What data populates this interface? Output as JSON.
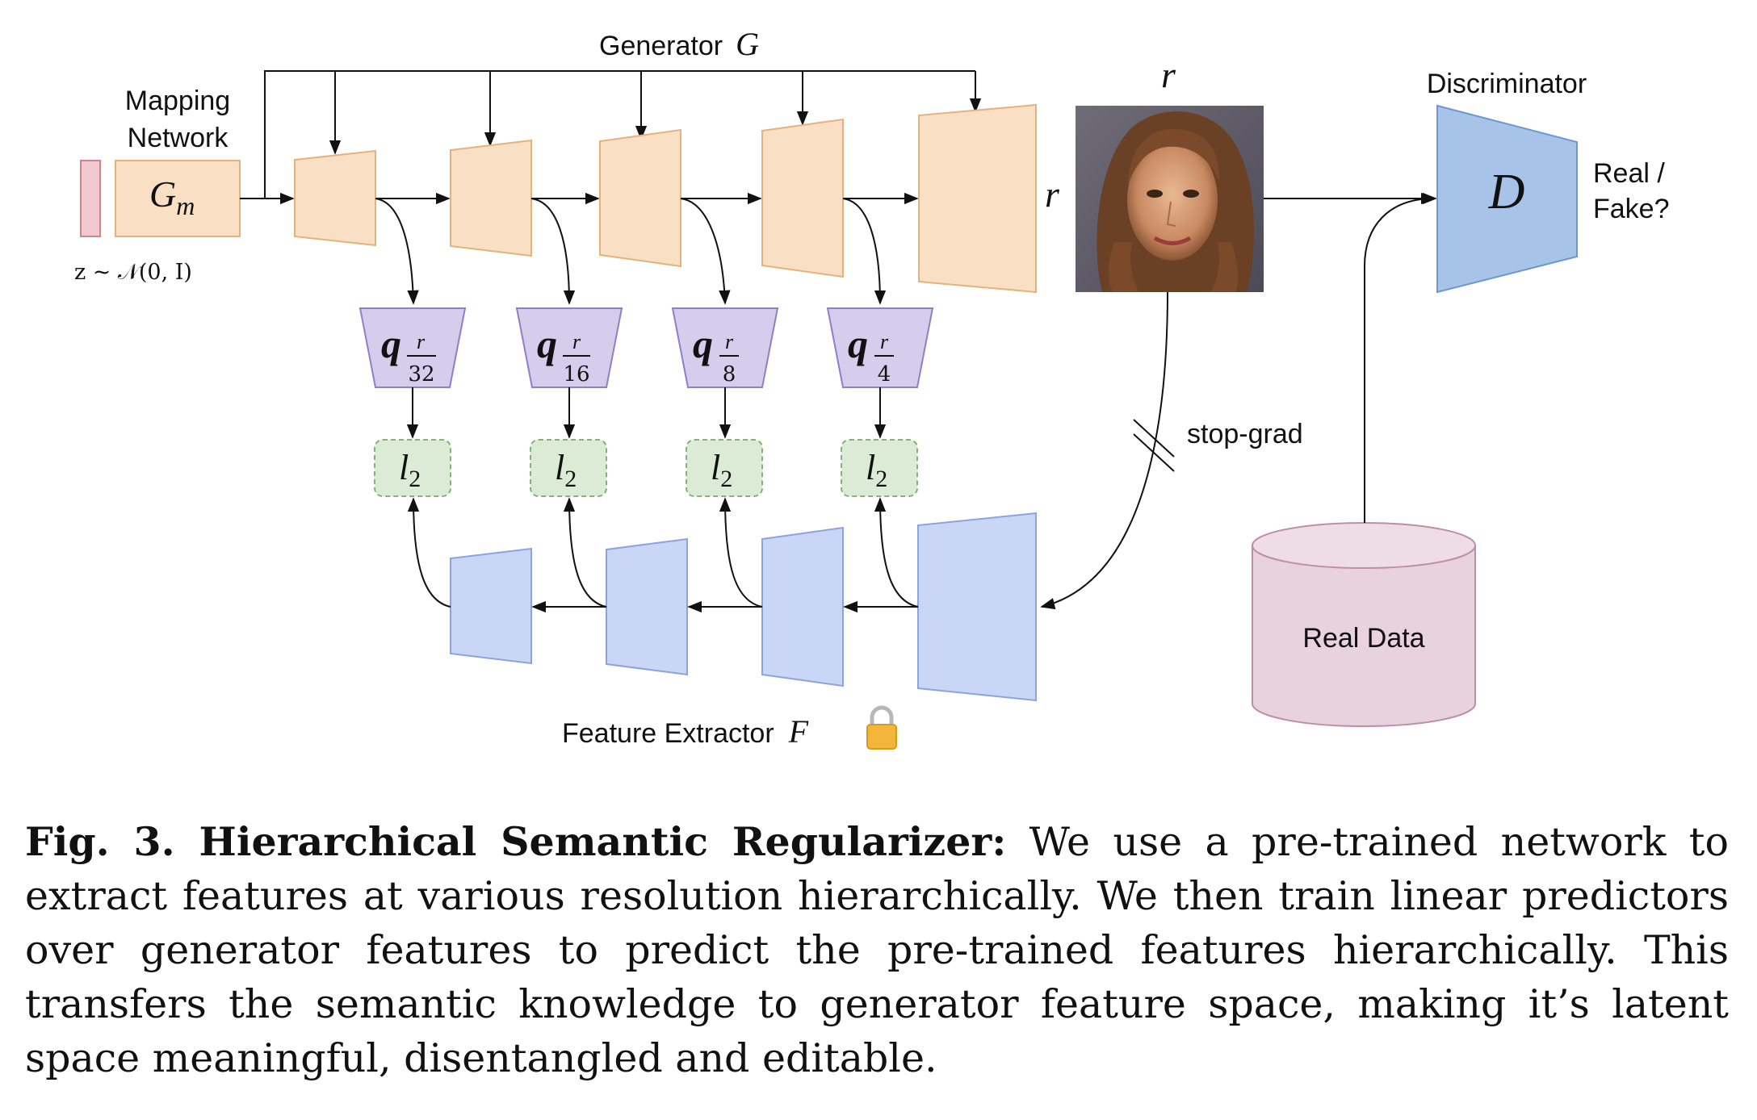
{
  "diagram": {
    "mapping_network_label": [
      "Mapping",
      "Network"
    ],
    "mapping_network_symbol": "G",
    "mapping_network_subscript": "m",
    "latent_label": "z ~ 𝒩(0, I)",
    "generator_label": "Generator",
    "generator_symbol": "G",
    "output_symbol_top": "r",
    "output_symbol_side": "r",
    "discriminator_label": "Discriminator",
    "discriminator_symbol": "D",
    "real_fake_label": [
      "Real /",
      "Fake?"
    ],
    "stop_grad_label": "stop-grad",
    "real_data_label": "Real Data",
    "feature_extractor_label": "Feature Extractor",
    "feature_extractor_symbol": "F",
    "lock_icon": "lock-icon",
    "predictors": [
      {
        "symbol": "q",
        "num": "r",
        "den": "32"
      },
      {
        "symbol": "q",
        "num": "r",
        "den": "16"
      },
      {
        "symbol": "q",
        "num": "r",
        "den": "8"
      },
      {
        "symbol": "q",
        "num": "r",
        "den": "4"
      }
    ],
    "losses": [
      {
        "symbol": "l",
        "subscript": "2"
      },
      {
        "symbol": "l",
        "subscript": "2"
      },
      {
        "symbol": "l",
        "subscript": "2"
      },
      {
        "symbol": "l",
        "subscript": "2"
      }
    ],
    "colors": {
      "generator_fill": "#f9e0c4",
      "generator_stroke": "#e3b27e",
      "predictor_fill": "#d4cdec",
      "predictor_stroke": "#8f80c4",
      "loss_fill": "#dcebd6",
      "loss_stroke": "#86b17a",
      "extractor_fill": "#c9d6f5",
      "extractor_stroke": "#8da3dd",
      "discriminator_fill": "#a7c3e7",
      "discriminator_stroke": "#6f97cf",
      "real_data_fill": "#e8d2dd",
      "real_data_stroke": "#be8ea5",
      "latent_fill": "#f0c8cf",
      "latent_stroke": "#cf8490"
    }
  },
  "caption": {
    "prefix": "Fig. 3. Hierarchical Semantic Regularizer:",
    "text": " We use a pre-trained network to extract features at various resolution hierarchically. We then train linear predictors over generator features to predict the pre-trained features hierarchically. This transfers the semantic knowledge to generator feature space, making it’s latent space meaningful, disentangled and editable."
  }
}
